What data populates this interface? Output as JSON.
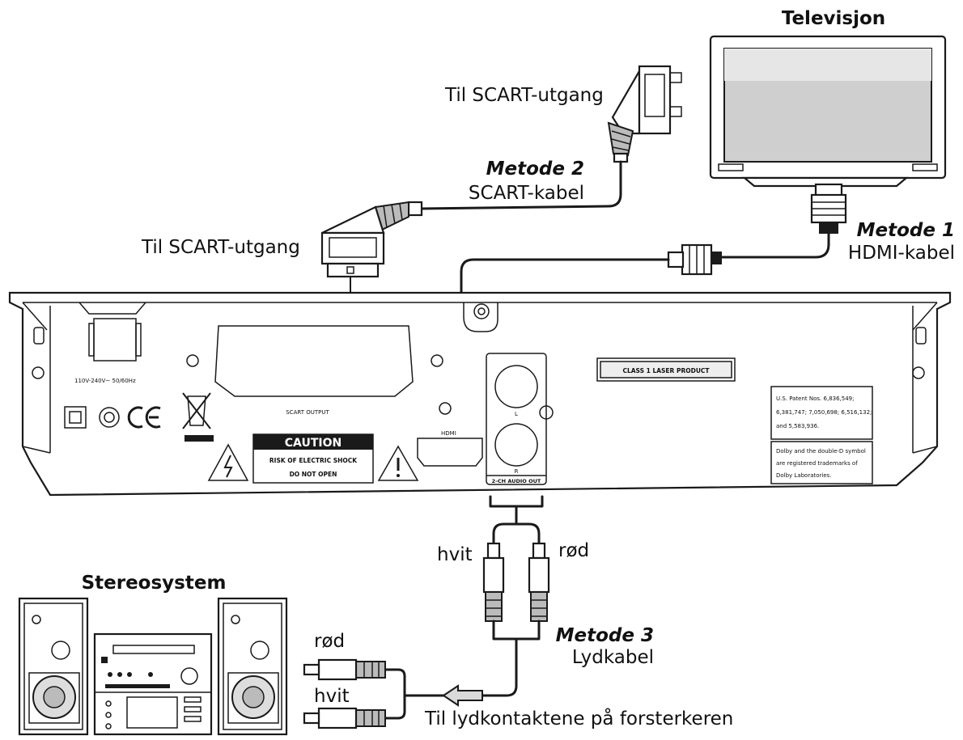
{
  "devices": {
    "tv": {
      "title": "Televisjon"
    },
    "stereo": {
      "title": "Stereosystem"
    }
  },
  "methods": {
    "m1": {
      "name": "Metode 1",
      "cable": "HDMI-kabel"
    },
    "m2": {
      "name": "Metode 2",
      "cable": "SCART-kabel"
    },
    "m3": {
      "name": "Metode 3",
      "cable": "Lydkabel"
    }
  },
  "labels": {
    "scart_top": "Til SCART-utgang",
    "scart_left": "Til SCART-utgang",
    "white_top": "hvit",
    "red_top": "rød",
    "red_bottom": "rød",
    "white_bottom": "hvit",
    "amplifier": "Til lydkontaktene på forsterkeren"
  },
  "panel": {
    "voltage": "110V-240V~  50/60Hz",
    "scart_output": "SCART OUTPUT",
    "hdmi": "HDMI",
    "laser": "CLASS 1 LASER PRODUCT",
    "caution": "CAUTION",
    "caution_line1": "RISK OF ELECTRIC SHOCK",
    "caution_line2": "DO NOT OPEN",
    "audio_out": "2-CH AUDIO OUT",
    "audio_l": "L",
    "audio_r": "R",
    "patent1": "U.S. Patent Nos. 6,836,549;",
    "patent2": "6,381,747; 7,050,698; 6,516,132;",
    "patent3": "and 5,583,936.",
    "dolby1": "Dolby and the double-D symbol",
    "dolby2": "are registered trademarks of",
    "dolby3": "Dolby Laboratories."
  }
}
